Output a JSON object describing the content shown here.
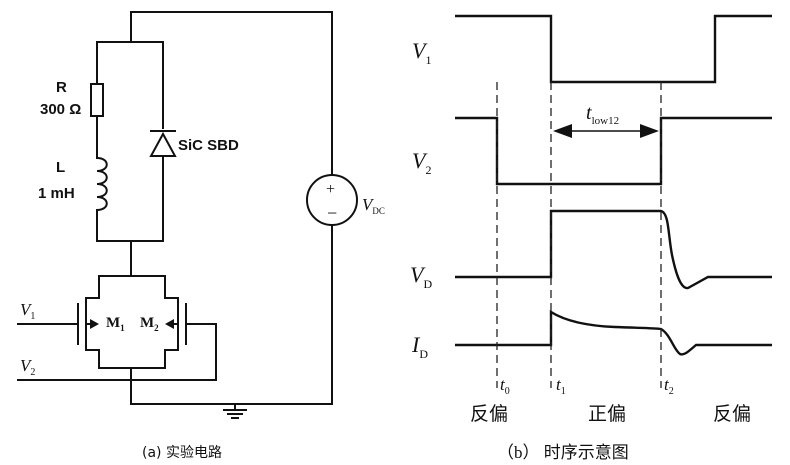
{
  "circuit": {
    "resistor": {
      "name": "R",
      "value": "300 Ω"
    },
    "inductor": {
      "name": "L",
      "value": "1 mH"
    },
    "diode": {
      "label": "SiC SBD"
    },
    "source": {
      "symbol": "V",
      "subscript": "DC",
      "plus": "+",
      "minus": "−"
    },
    "mosfet1": {
      "symbol": "M",
      "subscript": "1"
    },
    "mosfet2": {
      "symbol": "M",
      "subscript": "2"
    },
    "input1": {
      "symbol": "V",
      "subscript": "1"
    },
    "input2": {
      "symbol": "V",
      "subscript": "2"
    },
    "caption": "(a)  实验电路"
  },
  "timing": {
    "signals": [
      {
        "symbol": "V",
        "subscript": "1"
      },
      {
        "symbol": "V",
        "subscript": "2"
      },
      {
        "symbol": "V",
        "subscript": "D"
      },
      {
        "symbol": "I",
        "subscript": "D"
      }
    ],
    "interval": {
      "symbol": "t",
      "subscript": "low12"
    },
    "times": [
      {
        "symbol": "t",
        "subscript": "0"
      },
      {
        "symbol": "t",
        "subscript": "1"
      },
      {
        "symbol": "t",
        "subscript": "2"
      }
    ],
    "phases": [
      "反偏",
      "正偏",
      "反偏"
    ],
    "caption": "（b） 时序示意图"
  }
}
